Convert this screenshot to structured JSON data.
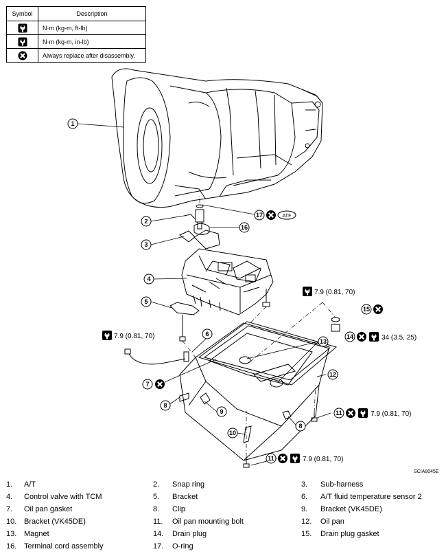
{
  "legend": {
    "header_symbol": "Symbol",
    "header_description": "Description",
    "rows": [
      {
        "icon": "torque-ft-lb-icon",
        "text": "N·m (kg-m, ft-lb)"
      },
      {
        "icon": "torque-in-lb-icon",
        "text": "N·m (kg-m, in-lb)"
      },
      {
        "icon": "always-replace-icon",
        "text": "Always replace after disassembly."
      }
    ]
  },
  "callouts": [
    "1",
    "2",
    "3",
    "4",
    "5",
    "6",
    "7",
    "8",
    "8",
    "9",
    "10",
    "11",
    "11",
    "12",
    "13",
    "14",
    "15",
    "16",
    "17"
  ],
  "torque": {
    "control_valve_bolt": "7.9 (0.81, 70)",
    "bracket_bolt": "7.9 (0.81, 70)",
    "drain_plug": "34 (3.5, 25)",
    "oil_pan_bolt_right": "7.9 (0.81, 70)",
    "oil_pan_bolt_bottom": "7.9 (0.81, 70)"
  },
  "atf_label": "ATF",
  "figure_code": "SCIA8045E",
  "parts": [
    {
      "num": "1.",
      "name": "A/T"
    },
    {
      "num": "2.",
      "name": "Snap ring"
    },
    {
      "num": "3.",
      "name": "Sub-harness"
    },
    {
      "num": "4.",
      "name": "Control valve with TCM"
    },
    {
      "num": "5.",
      "name": "Bracket"
    },
    {
      "num": "6.",
      "name": "A/T fluid temperature sensor 2"
    },
    {
      "num": "7.",
      "name": "Oil pan gasket"
    },
    {
      "num": "8.",
      "name": "Clip"
    },
    {
      "num": "9.",
      "name": "Bracket (VK45DE)"
    },
    {
      "num": "10.",
      "name": "Bracket (VK45DE)"
    },
    {
      "num": "11.",
      "name": "Oil pan mounting bolt"
    },
    {
      "num": "12.",
      "name": "Oil pan"
    },
    {
      "num": "13.",
      "name": "Magnet"
    },
    {
      "num": "14.",
      "name": "Drain plug"
    },
    {
      "num": "15.",
      "name": "Drain plug gasket"
    },
    {
      "num": "16.",
      "name": "Terminal cord assembly"
    },
    {
      "num": "17.",
      "name": "O-ring"
    }
  ]
}
